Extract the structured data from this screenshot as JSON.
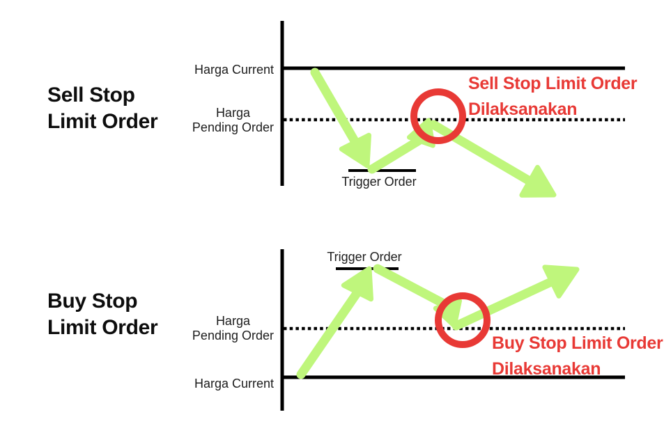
{
  "colors": {
    "arrow_green": "#bff67c",
    "highlight_red": "#e83935",
    "line_black": "#000000",
    "text_black": "#111111"
  },
  "sections": [
    {
      "id": "sell",
      "title_line1": "Sell Stop",
      "title_line2": "Limit Order",
      "harga_current_label": "Harga Current",
      "harga_pending_line1": "Harga",
      "harga_pending_line2": "Pending Order",
      "trigger_label": "Trigger Order",
      "annotation_line1": "Sell Stop Limit Order",
      "annotation_line2": "Dilaksanakan"
    },
    {
      "id": "buy",
      "title_line1": "Buy Stop",
      "title_line2": "Limit Order",
      "harga_current_label": "Harga Current",
      "harga_pending_line1": "Harga",
      "harga_pending_line2": "Pending Order",
      "trigger_label": "Trigger Order",
      "annotation_line1": "Buy Stop Limit Order",
      "annotation_line2": "Dilaksanakan"
    }
  ]
}
